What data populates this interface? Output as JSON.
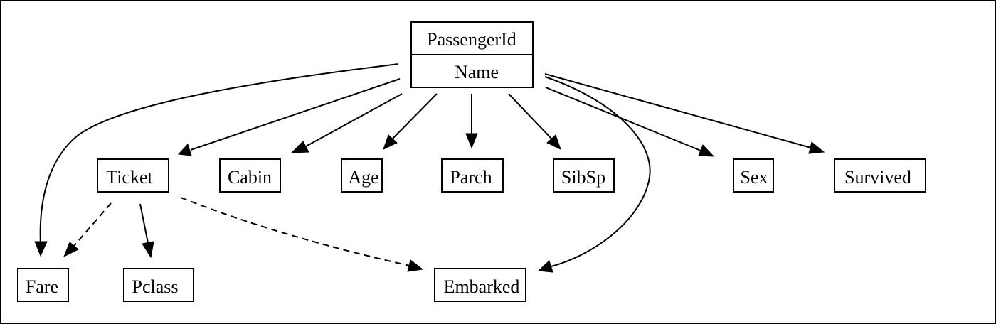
{
  "diagram": {
    "key_node": {
      "top_label": "PassengerId",
      "bottom_label": "Name"
    },
    "nodes": {
      "ticket": "Ticket",
      "cabin": "Cabin",
      "age": "Age",
      "parch": "Parch",
      "sibsp": "SibSp",
      "sex": "Sex",
      "survived": "Survived",
      "fare": "Fare",
      "pclass": "Pclass",
      "embarked": "Embarked"
    },
    "edges": [
      {
        "from": "key",
        "to": "Fare",
        "style": "solid"
      },
      {
        "from": "key",
        "to": "Ticket",
        "style": "solid"
      },
      {
        "from": "key",
        "to": "Cabin",
        "style": "solid"
      },
      {
        "from": "key",
        "to": "Age",
        "style": "solid"
      },
      {
        "from": "key",
        "to": "Parch",
        "style": "solid"
      },
      {
        "from": "key",
        "to": "SibSp",
        "style": "solid"
      },
      {
        "from": "key",
        "to": "Sex",
        "style": "solid"
      },
      {
        "from": "key",
        "to": "Survived",
        "style": "solid"
      },
      {
        "from": "key",
        "to": "Embarked",
        "style": "solid"
      },
      {
        "from": "Ticket",
        "to": "Fare",
        "style": "dashed"
      },
      {
        "from": "Ticket",
        "to": "Pclass",
        "style": "solid"
      },
      {
        "from": "Ticket",
        "to": "Embarked",
        "style": "dashed"
      }
    ]
  }
}
